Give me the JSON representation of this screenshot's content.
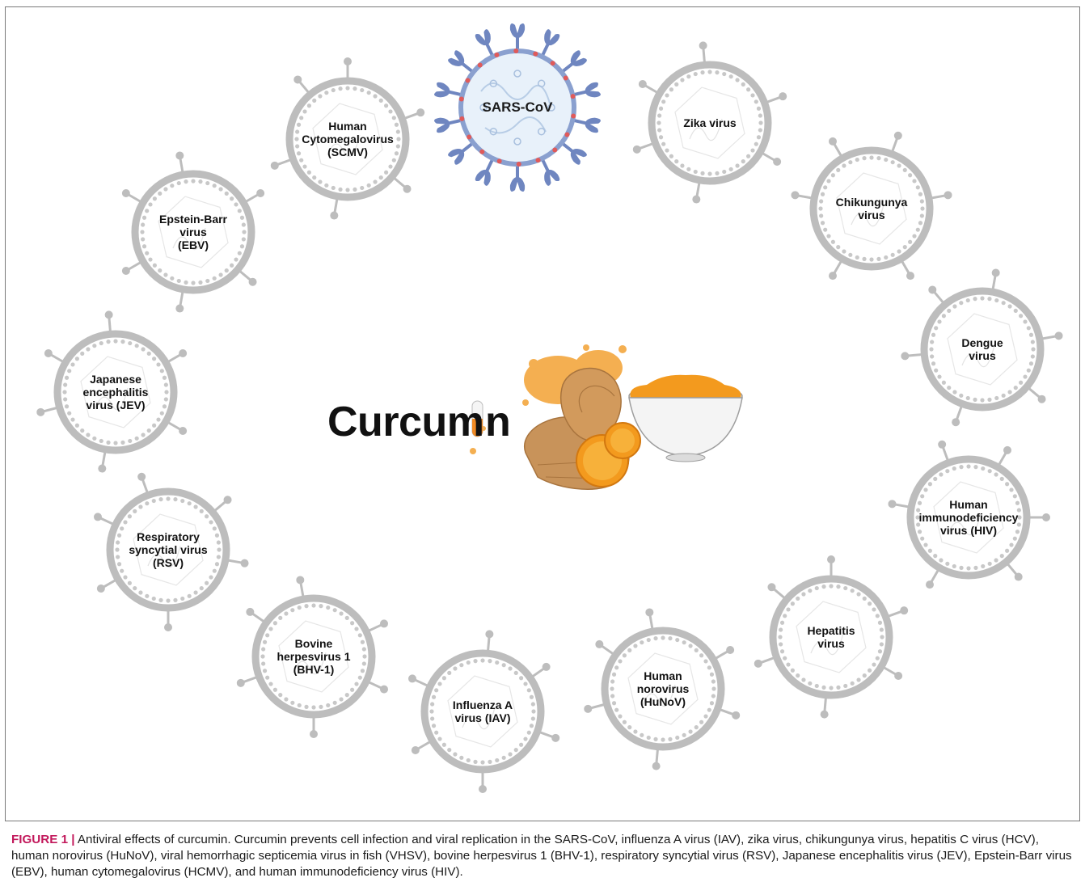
{
  "center": {
    "word_left": "Curcum",
    "word_right": "n",
    "pill_icon": "capsule-pill-icon",
    "illustration": "turmeric-root-and-powder-bowl"
  },
  "sars": {
    "label": "SARS-CoV",
    "icon": "coronavirus-icon"
  },
  "viruses": [
    {
      "id": "zika",
      "label": "Zika  virus"
    },
    {
      "id": "chikungunya",
      "label": "Chikungunya\nvirus"
    },
    {
      "id": "dengue",
      "label": "Dengue\nvirus"
    },
    {
      "id": "hiv",
      "label": "Human\nimmunodeficiency\nvirus (HIV)"
    },
    {
      "id": "hepatitis",
      "label": "Hepatitis\nvirus"
    },
    {
      "id": "hunov",
      "label": "Human\nnorovirus\n(HuNoV)"
    },
    {
      "id": "iav",
      "label": "Influenza A\nvirus (IAV)"
    },
    {
      "id": "bhv1",
      "label": "Bovine\nherpesvirus 1\n(BHV-1)"
    },
    {
      "id": "rsv",
      "label": "Respiratory\nsyncytial virus\n(RSV)"
    },
    {
      "id": "jev",
      "label": "Japanese\nencephalitis\nvirus (JEV)"
    },
    {
      "id": "ebv",
      "label": "Epstein-Barr\nvirus\n(EBV)"
    },
    {
      "id": "hcmv",
      "label": "Human\nCytomegalovirus\n(SCMV)"
    }
  ],
  "caption": {
    "figure_number": "FIGURE 1 |",
    "text": " Antiviral effects of curcumin. Curcumin prevents cell infection and viral replication in the SARS-CoV, influenza A virus (IAV), zika virus, chikungunya virus, hepatitis C virus (HCV), human norovirus (HuNoV), viral hemorrhagic septicemia virus in fish (VHSV), bovine herpesvirus 1 (BHV-1), respiratory syncytial virus (RSV), Japanese encephalitis virus (JEV), Epstein-Barr virus (EBV), human cytomegalovirus (HCMV), and human immunodeficiency virus (HIV)."
  },
  "colors": {
    "virus_ring": "#bdbdbd",
    "virus_dots": "#c8c8c8",
    "sars_spike": "#6f86c0",
    "sars_membrane": "#8aa0cf",
    "sars_fill": "#e8f1fa",
    "turmeric_orange": "#f39a1e",
    "root_brown": "#c8935a",
    "pill_orange": "#f08a24",
    "caption_accent": "#c2185b"
  }
}
